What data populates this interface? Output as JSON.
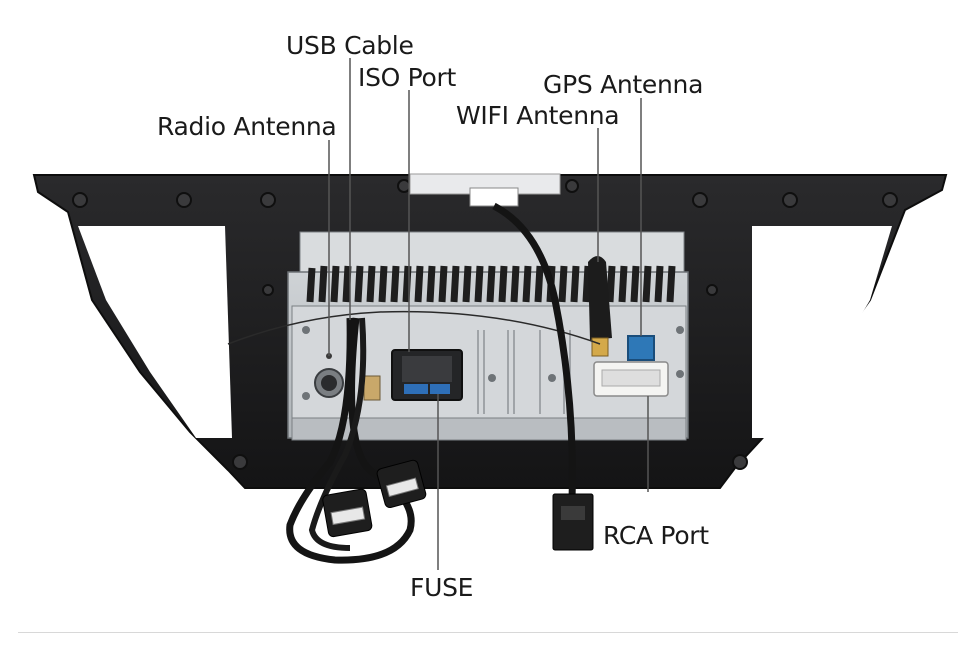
{
  "labels": {
    "usb_cable": "USB Cable",
    "iso_port": "ISO Port",
    "gps_antenna": "GPS Antenna",
    "wifi_antenna": "WIFI Antenna",
    "radio_antenna": "Radio Antenna",
    "rca_port": "RCA Port",
    "fuse": "FUSE"
  },
  "colors": {
    "background": "#ffffff",
    "frame": "#1b1b1c",
    "chassis_metal": "#bfc3c6",
    "faceplate": "#d6d9dc",
    "cable": "#141414",
    "leader_line": "#555555",
    "gps_connector": "#2e78b7",
    "antenna_tip": "#d4a94a"
  }
}
